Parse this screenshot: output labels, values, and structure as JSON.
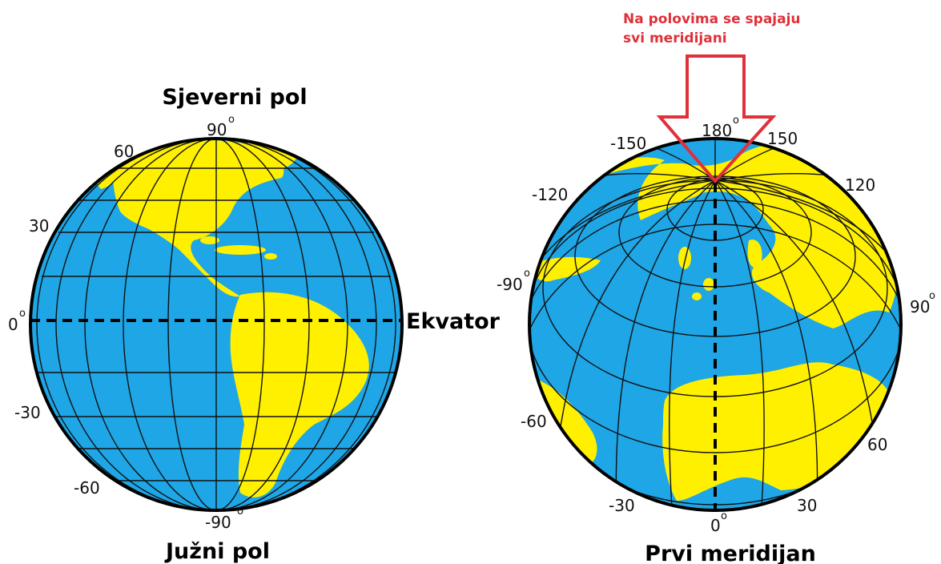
{
  "left_globe": {
    "north_pole_label": "Sjeverni pol",
    "south_pole_label": "Južni pol",
    "equator_label": "Ekvator",
    "lat_labels": {
      "n90": "90",
      "n60": "60",
      "n30": "30",
      "zero": "0",
      "s30": "-30",
      "s60": "-60",
      "s90": "-90"
    },
    "degree_symbol": "o"
  },
  "right_globe": {
    "prime_meridian_label": "Prvi meridijan",
    "note_line1": "Na polovima se spajaju",
    "note_line2": "svi meridijani",
    "lon_labels": {
      "top": "180",
      "m150": "-150",
      "p150": "150",
      "m120": "-120",
      "p120": "120",
      "m90": "-90",
      "p90": "90",
      "m60": "-60",
      "p60": "60",
      "m30": "-30",
      "p30": "30",
      "zero": "0"
    },
    "degree_symbol": "o"
  },
  "colors": {
    "ocean": "#1ea6e6",
    "land": "#fff000",
    "grid": "#111111",
    "arrow": "#e0303a"
  }
}
